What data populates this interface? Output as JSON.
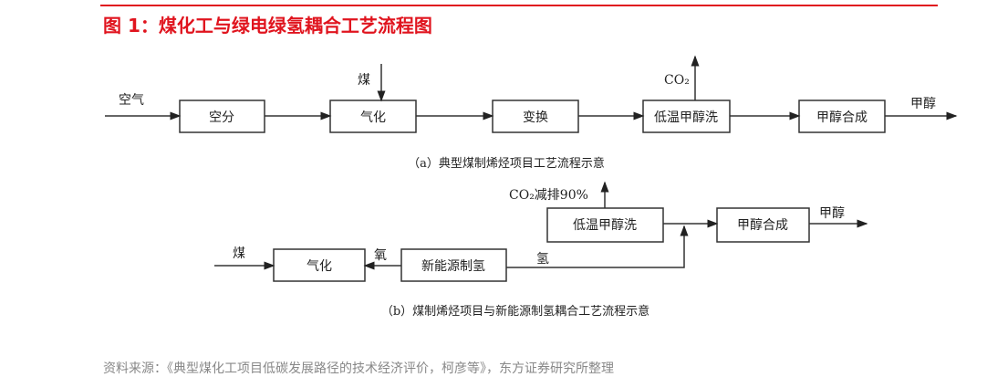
{
  "title": "图 1：煤化工与绿电绿氢耦合工艺流程图",
  "source": "资料来源：《典型煤化工项目低碳发展路径的技术经济评价，柯彦等》，东方证券研究所整理",
  "accent_color": "#e0141e",
  "diagram_a": {
    "input_air": "空气",
    "input_coal": "煤",
    "boxes": [
      "空分",
      "气化",
      "变换",
      "低温甲醇洗",
      "甲醇合成"
    ],
    "co2_out": "CO₂",
    "output": "甲醇",
    "caption": "（a）典型煤制烯烃项目工艺流程示意"
  },
  "diagram_b": {
    "input_coal": "煤",
    "boxes": [
      "气化",
      "新能源制氢",
      "低温甲醇洗",
      "甲醇合成"
    ],
    "oxygen": "氧",
    "hydrogen": "氢",
    "co2_out": "CO₂减排90%",
    "output": "甲醇",
    "caption": "（b）煤制烯烃项目与新能源制氢耦合工艺流程示意"
  }
}
